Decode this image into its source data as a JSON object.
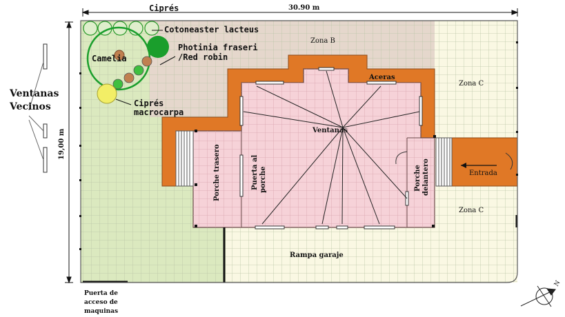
{
  "dimensions": {
    "width_label": "30.90 m",
    "height_label": "19,00 m"
  },
  "zones": {
    "zona_b": "Zona B",
    "zona_c_top": "Zona C",
    "zona_c_bottom": "Zona C",
    "rampa": "Rampa garaje",
    "aceras": "Aceras",
    "ventanas": "Ventanas",
    "porche_trasero": "Porche trasero",
    "puerta_porche_1": "Puerta al",
    "puerta_porche_2": "porche",
    "porche_delantero_1": "Porche",
    "porche_delantero_2": "delantero",
    "entrada": "Entrada"
  },
  "plants": {
    "cipres": "Ciprés",
    "cotoneaster": "Cotoneaster lacteus",
    "photinia_1": "Photinia fraseri",
    "photinia_2": "/Red robin",
    "camelia": "Camelia",
    "macrocarpa_1": "Ciprés",
    "macrocarpa_2": "macrocarpa"
  },
  "neighbors": {
    "line1": "Ventanas",
    "line2": "Vecinos"
  },
  "gate": {
    "line1": "Puerta de",
    "line2": "acceso de",
    "line3": "maquinas"
  },
  "compass": {
    "north": "N"
  },
  "colors": {
    "grid": "#b9c4a6",
    "lawn": "#dbe9bf",
    "zone_b": "#e5d7cc",
    "zone_c": "#faf8e3",
    "house": "#f6d2d8",
    "walkway": "#e07826",
    "green_dark": "#1a9e2c",
    "green_light": "#3fbf3f",
    "yellow": "#f2ee66",
    "brown": "#c08050"
  }
}
